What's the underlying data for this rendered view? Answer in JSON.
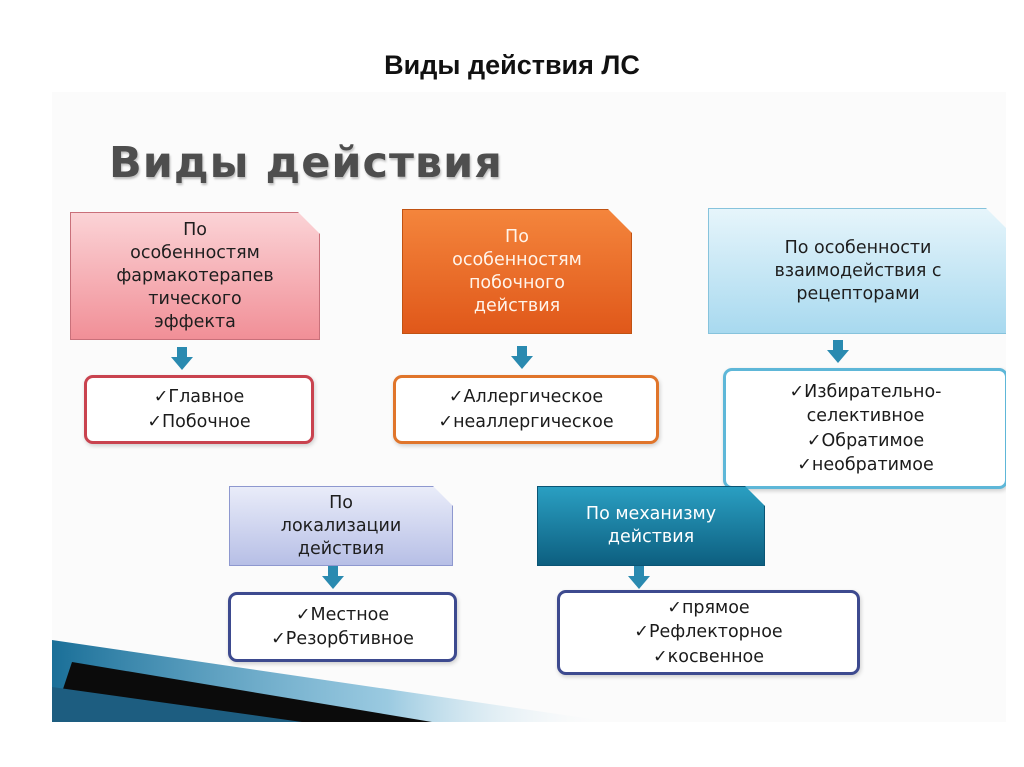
{
  "slide_title": "Виды действия ЛС",
  "heading": "Виды действия",
  "categories": {
    "pharmacotherapeutic": {
      "label": "По\nособенностям\nфармакотерапев\nтического\nэффекта",
      "items": [
        "✓Главное",
        "✓Побочное"
      ]
    },
    "side_effect": {
      "label": "По\nособенностям\nпобочного\nдействия",
      "items": [
        "✓Аллергическое",
        "✓неаллергическое"
      ]
    },
    "receptor": {
      "label": "По особенности\nвзаимодействия с\nрецепторами",
      "items": [
        "✓Избирательно-",
        "селективное",
        "✓Обратимое",
        "✓необратимое"
      ]
    },
    "localization": {
      "label": "По\nлокализации\nдействия",
      "items": [
        "✓Местное",
        "✓Резорбтивное"
      ]
    },
    "mechanism": {
      "label": "По механизму\nдействия",
      "items": [
        "✓прямое",
        "✓Рефлекторное",
        "✓косвенное"
      ]
    }
  },
  "colors": {
    "pink": "#f18f97",
    "orange": "#e0581a",
    "light_blue": "#a8d9ef",
    "lavender": "#b7bfe6",
    "teal": "#0d5f80",
    "arrow": "#2a8ab0"
  }
}
